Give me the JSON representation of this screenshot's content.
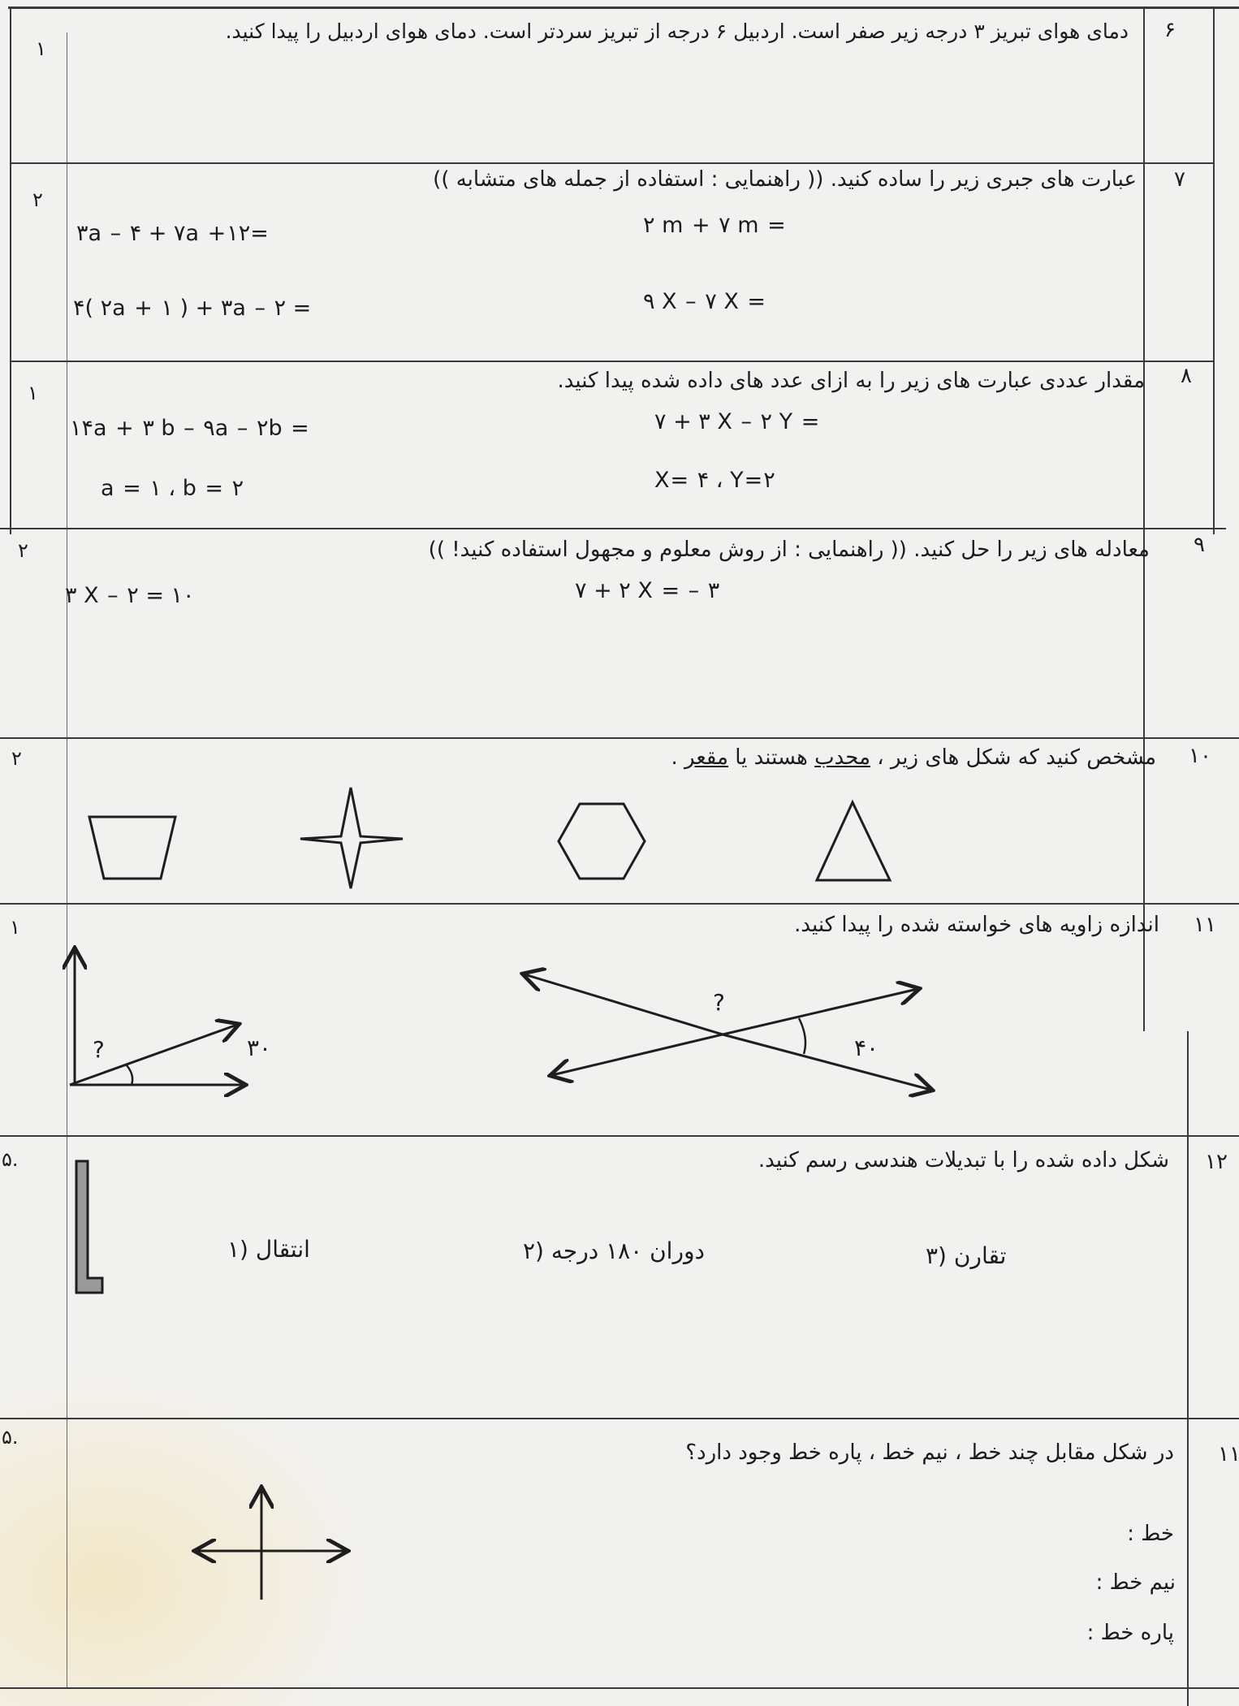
{
  "questions": [
    {
      "number": "۶",
      "score": "۱",
      "text": "دمای هوای  تبریز ۳ درجه زیر صفر است. اردبیل ۶ درجه از تبریز سردتر است. دمای هوای اردبیل را پیدا کنید."
    },
    {
      "number": "۷",
      "score": "۲",
      "text": "عبارت های جبری زیر را ساده کنید. (( راهنمایی : استفاده از جمله های متشابه ))",
      "exprs": [
        "۲ m + ۷ m =",
        "۳a – ۴ + ۷a +۱۲=",
        "۹ X  –  ۷ X =",
        "۴( ۲a + ۱ ) + ۳a – ۲ ="
      ]
    },
    {
      "number": "۸",
      "score": "۱",
      "text": "مقدار عددی عبارت های زیر را به ازای عدد های داده شده پیدا کنید.",
      "exprs": [
        "۷ + ۳ X – ۲ Y =",
        "۱۴a + ۳ b – ۹a – ۲b =",
        "X= ۴    ،   Y=۲",
        "a = ۱    ، b = ۲"
      ]
    },
    {
      "number": "۹",
      "score": "۲",
      "text": "معادله های زیر را حل کنید. ((  راهنمایی : از روش معلوم و مجهول استفاده کنید!  ))",
      "exprs": [
        "۷ + ۲ X =   – ۳",
        "۳ X  – ۲ = ۱۰"
      ]
    },
    {
      "number": "۱۰",
      "score": "۲",
      "text_a": "مشخص کنید که شکل های زیر ،",
      "word1": "محدب",
      "text_b": "هستند یا",
      "word2": "مقعر",
      "text_c": "."
    },
    {
      "number": "۱۱",
      "score": "۱",
      "text": "اندازه زاویه های خواسته شده را پیدا کنید.",
      "unknown": "?",
      "angle_a": "۴۰",
      "angle_b": "۳۰"
    },
    {
      "number": "۱۲",
      "score": ".۵",
      "text": "شکل داده شده را با تبدیلات هندسی رسم کنید.",
      "options": [
        "تقارن (۳",
        "دوران ۱۸۰ درجه (۲",
        "انتقال (۱"
      ]
    },
    {
      "number": "۱۱",
      "score": ".۵",
      "text": "در شکل مقابل چند خط ، نیم خط ، پاره خط وجود دارد؟",
      "answers": [
        "خط :",
        "نیم خط :",
        "پاره خط :"
      ]
    }
  ]
}
